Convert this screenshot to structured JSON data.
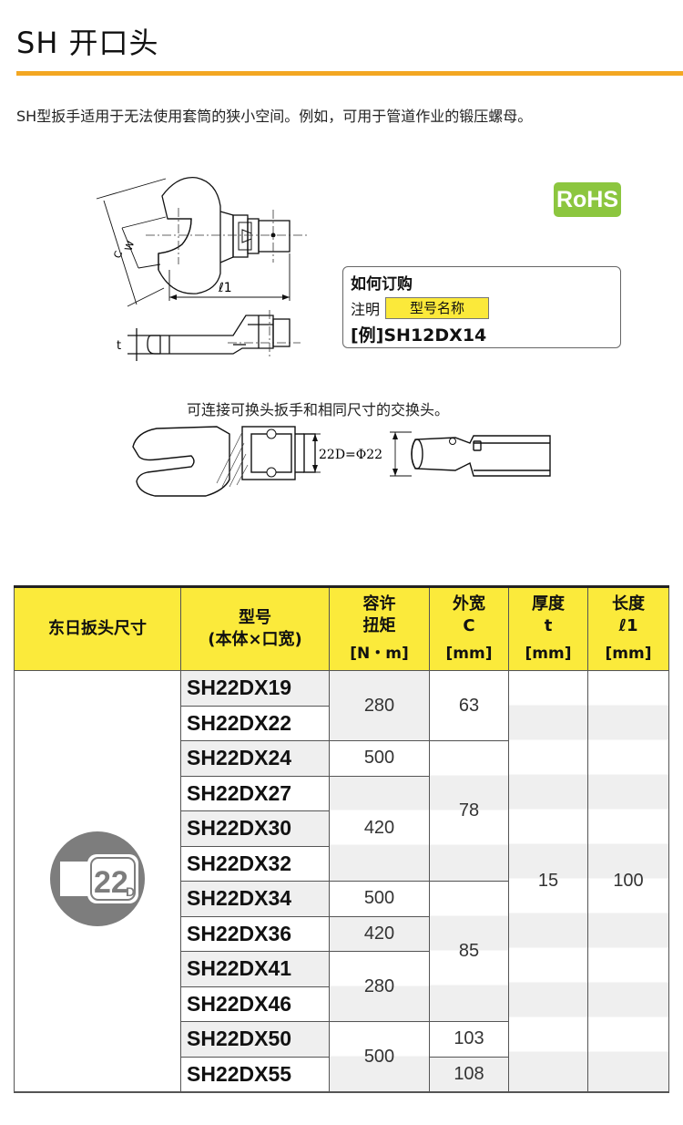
{
  "page": {
    "title": "SH 开口头",
    "description": "SH型扳手适用于无法使用套筒的狭小空间。例如，可用于管道作业的锻压螺母。",
    "rohs_label": "RoHS",
    "drawing_labels": {
      "c": "C",
      "w": "W",
      "l1": "ℓ1",
      "t": "t",
      "dim": "22D=Φ22"
    },
    "caption": "可连接可换头扳手和相同尺寸的交换头。"
  },
  "order": {
    "title": "如何订购",
    "note_label": "注明",
    "note_box": "型号名称",
    "example": "[例]SH12DX14"
  },
  "table": {
    "headers": [
      {
        "name": "东日扳头尺寸",
        "unit": ""
      },
      {
        "name": "型号\n(本体×口宽)",
        "unit": ""
      },
      {
        "name": "容许\n扭矩",
        "unit": "[N・m]"
      },
      {
        "name": "外宽\nC",
        "unit": "[mm]"
      },
      {
        "name": "厚度\nt",
        "unit": "[mm]"
      },
      {
        "name": "长度\nℓ1",
        "unit": "[mm]"
      }
    ],
    "size_icon_label": "22",
    "size_icon_sub": "D",
    "models": [
      "SH22DX19",
      "SH22DX22",
      "SH22DX24",
      "SH22DX27",
      "SH22DX30",
      "SH22DX32",
      "SH22DX34",
      "SH22DX36",
      "SH22DX41",
      "SH22DX46",
      "SH22DX50",
      "SH22DX55"
    ],
    "torque": [
      "280",
      "500",
      "420",
      "500",
      "420",
      "280",
      "500"
    ],
    "width": [
      "63",
      "78",
      "85",
      "103",
      "108"
    ],
    "thickness": "15",
    "length": "100"
  }
}
